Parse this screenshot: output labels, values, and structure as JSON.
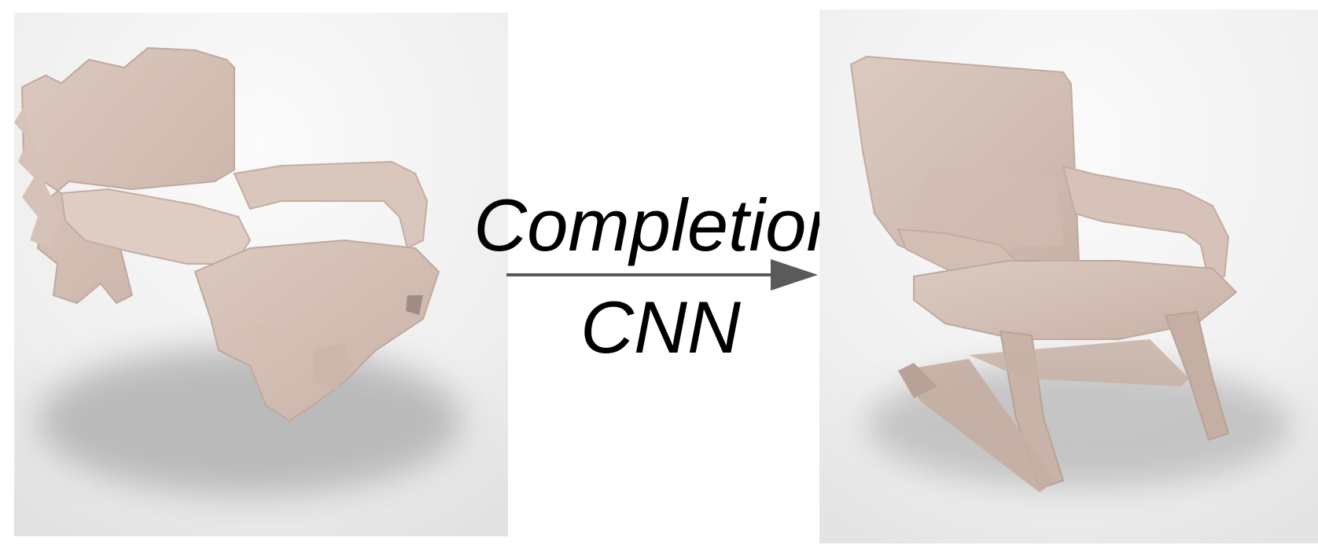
{
  "figure": {
    "labels": {
      "top": "Completion",
      "bottom": "CNN"
    },
    "panels": {
      "input": {
        "description_icon": "incomplete-chair-scan-image"
      },
      "output": {
        "description_icon": "completed-chair-model-image"
      }
    },
    "colors": {
      "chair": "#d8c3b9",
      "chair_shadow": "#b49f96",
      "floor_shadow": "#bdbdbd",
      "panel_bg": "#f2f2f2",
      "arrow": "#5a5a5a",
      "text": "#000000"
    }
  }
}
